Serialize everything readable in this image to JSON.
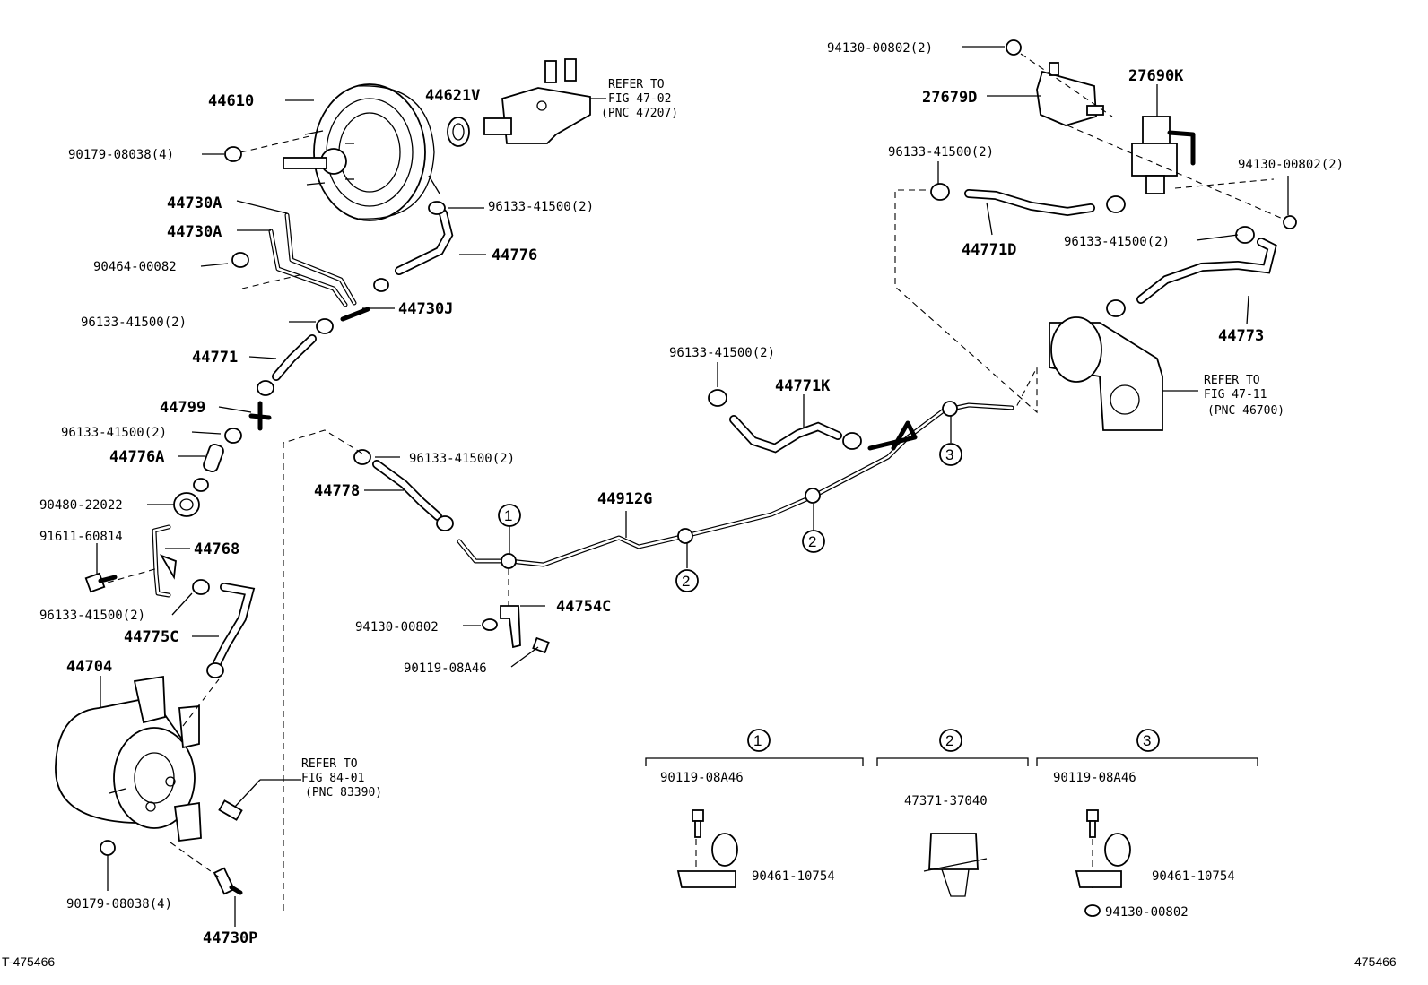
{
  "labels": {
    "p44610": "44610",
    "p44621v": "44621V",
    "p90179_top": "90179-08038(4)",
    "p96133_booster": "96133-41500(2)",
    "p44730a_1": "44730A",
    "p44730a_2": "44730A",
    "p44776": "44776",
    "p90464": "90464-00082",
    "p96133_j": "96133-41500(2)",
    "p44730j": "44730J",
    "p44771": "44771",
    "p44799": "44799",
    "p96133_799": "96133-41500(2)",
    "p44776a": "44776A",
    "p90480": "90480-22022",
    "p91611": "91611-60814",
    "p44768": "44768",
    "p96133_768": "96133-41500(2)",
    "p44775c": "44775C",
    "p44704": "44704",
    "p90179_bot": "90179-08038(4)",
    "p44730p": "44730P",
    "p96133_778": "96133-41500(2)",
    "p44778": "44778",
    "p44912g": "44912G",
    "p44754c": "44754C",
    "p94130_mid": "94130-00802",
    "p90119_mid": "90119-08A46",
    "p96133_771k": "96133-41500(2)",
    "p44771k": "44771K",
    "p94130_top": "94130-00802(2)",
    "p27690k": "27690K",
    "p27679d": "27679D",
    "p96133_771d": "96133-41500(2)",
    "p44771d": "44771D",
    "p94130_right": "94130-00802(2)",
    "p96133_773": "96133-41500(2)",
    "p44773": "44773",
    "d1_bolt": "90119-08A46",
    "d1_clamp": "90461-10754",
    "d2_clip": "47371-37040",
    "d3_bolt": "90119-08A46",
    "d3_clamp": "90461-10754",
    "d3_nut": "94130-00802"
  },
  "refs": {
    "fig47_02": [
      "REFER TO",
      "FIG 47-02",
      "(PNC 47207)"
    ],
    "fig47_11": [
      "REFER TO",
      "FIG 47-11",
      "(PNC 46700)"
    ],
    "fig84_01": [
      "REFER TO",
      "FIG 84-01",
      "(PNC 83390)"
    ]
  },
  "callouts": {
    "c1": "1",
    "c2": "2",
    "c3": "3"
  },
  "footer": {
    "left": "T-475466",
    "right": "475466"
  }
}
